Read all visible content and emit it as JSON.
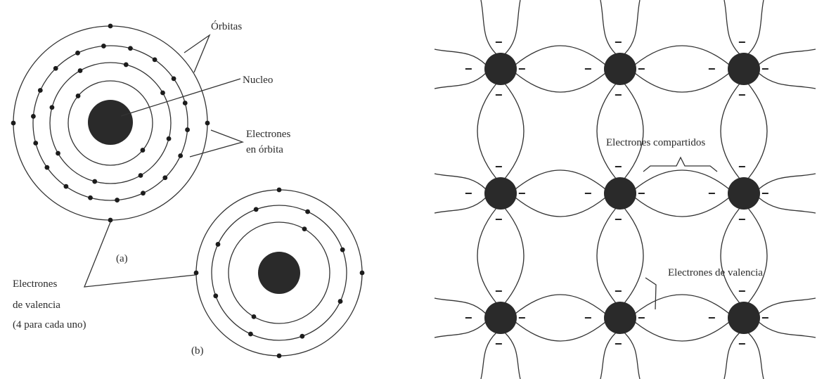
{
  "labels": {
    "orbits": "Órbitas",
    "nucleus": "Nucleo",
    "orbit_electrons_1": "Electrones",
    "orbit_electrons_2": "en órbita",
    "valence_1": "Electrones",
    "valence_2": "de valencia",
    "valence_3": "(4 para cada uno)",
    "panel_a": "(a)",
    "panel_b": "(b)",
    "shared_electrons": "Electrones compartidos",
    "lattice_valence": "Electrones de valencia"
  },
  "electron_symbol": "−",
  "colors": {
    "ink": "#2a2a2a",
    "background": "#ffffff"
  }
}
